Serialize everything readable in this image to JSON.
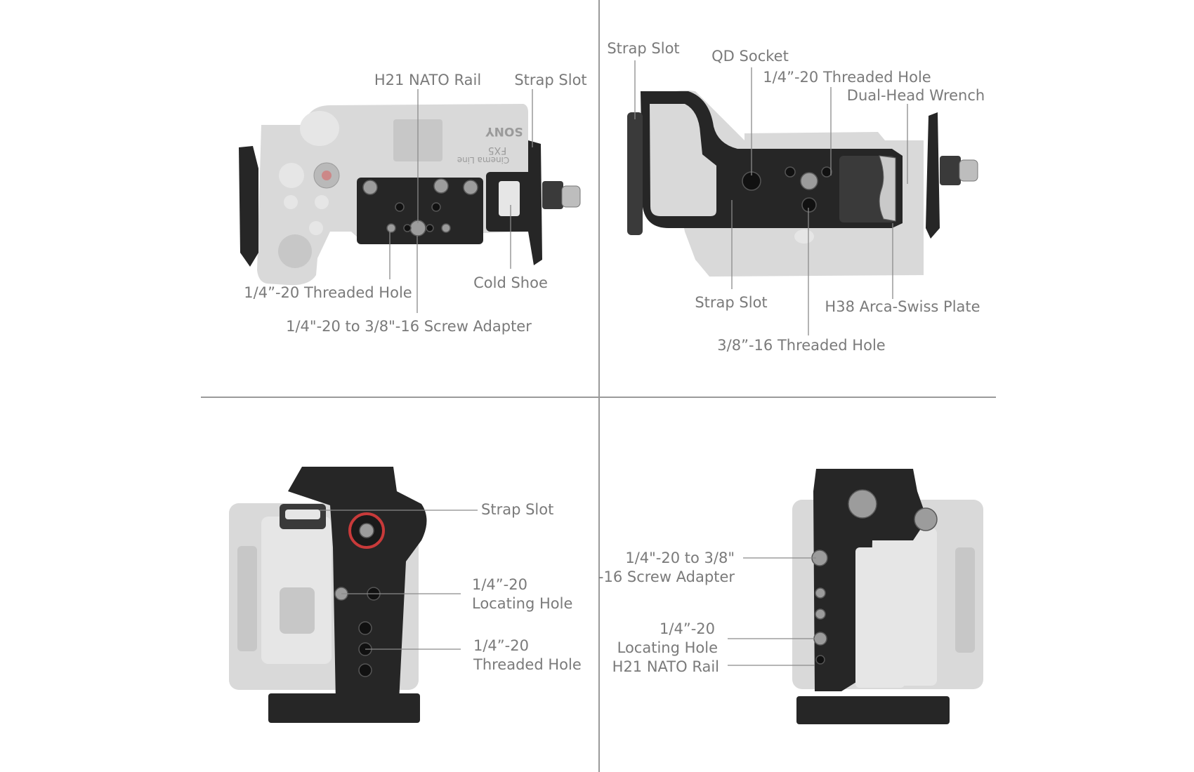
{
  "panels": {
    "top_left": {
      "brand": "SONY",
      "model": "FX5",
      "line": "Cinema Line",
      "labels": {
        "nato_rail": "H21 NATO Rail",
        "strap_slot": "Strap Slot",
        "cold_shoe": "Cold Shoe",
        "threaded_hole": "1/4”-20 Threaded Hole",
        "screw_adapter": "1/4\"-20 to 3/8\"-16 Screw Adapter"
      }
    },
    "top_right": {
      "labels": {
        "strap_slot_top": "Strap Slot",
        "qd_socket": "QD Socket",
        "threaded_hole_14": "1/4”-20 Threaded Hole",
        "wrench": "Dual-Head Wrench",
        "strap_slot_bottom": "Strap Slot",
        "arca_plate": "H38 Arca-Swiss Plate",
        "threaded_hole_38": "3/8”-16 Threaded Hole"
      }
    },
    "bottom_left": {
      "labels": {
        "strap_slot": "Strap Slot",
        "locating_hole_l1": "1/4”-20",
        "locating_hole_l2": "Locating Hole",
        "threaded_hole_l1": "1/4”-20",
        "threaded_hole_l2": "Threaded Hole"
      }
    },
    "bottom_right": {
      "labels": {
        "screw_adapter_l1": "1/4\"-20 to 3/8\"",
        "screw_adapter_l2": "-16 Screw Adapter",
        "locating_hole_l1": "1/4”-20",
        "locating_hole_l2": "Locating Hole",
        "nato_rail": "H21 NATO Rail"
      }
    }
  }
}
